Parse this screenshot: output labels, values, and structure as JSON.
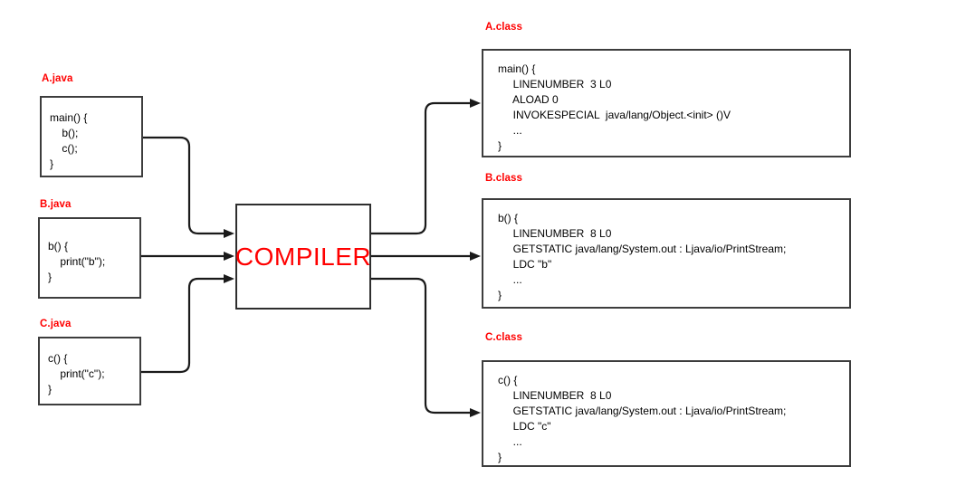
{
  "diagram": {
    "title_semantics": "Java source files compiled into bytecode class files",
    "compiler": {
      "label": "COMPILER"
    },
    "source_files": [
      {
        "label": "A.java",
        "lines": [
          "main() {",
          "    b();",
          "    c();",
          "}"
        ]
      },
      {
        "label": "B.java",
        "lines": [
          "b() {",
          "    print(\"b\");",
          "}"
        ]
      },
      {
        "label": "C.java",
        "lines": [
          "c() {",
          "    print(\"c\");",
          "}"
        ]
      }
    ],
    "class_files": [
      {
        "label": "A.class",
        "lines": [
          "main() {",
          "     LINENUMBER  3 L0",
          "     ALOAD 0",
          "     INVOKESPECIAL  java/lang/Object.<init> ()V",
          "     ...",
          "}"
        ]
      },
      {
        "label": "B.class",
        "lines": [
          "b() {",
          "     LINENUMBER  8 L0",
          "     GETSTATIC java/lang/System.out : Ljava/io/PrintStream;",
          "     LDC \"b\"",
          "     ...",
          "}"
        ]
      },
      {
        "label": "C.class",
        "lines": [
          "c() {",
          "     LINENUMBER  8 L0",
          "     GETSTATIC java/lang/System.out : Ljava/io/PrintStream;",
          "     LDC \"c\"",
          "     ...",
          "}"
        ]
      }
    ],
    "colors": {
      "label_red": "#ff0000",
      "compiler_red": "#ff0000",
      "box_border": "#3d3d3d",
      "arrow_black": "#1a1a1a",
      "background": "#ffffff"
    }
  }
}
